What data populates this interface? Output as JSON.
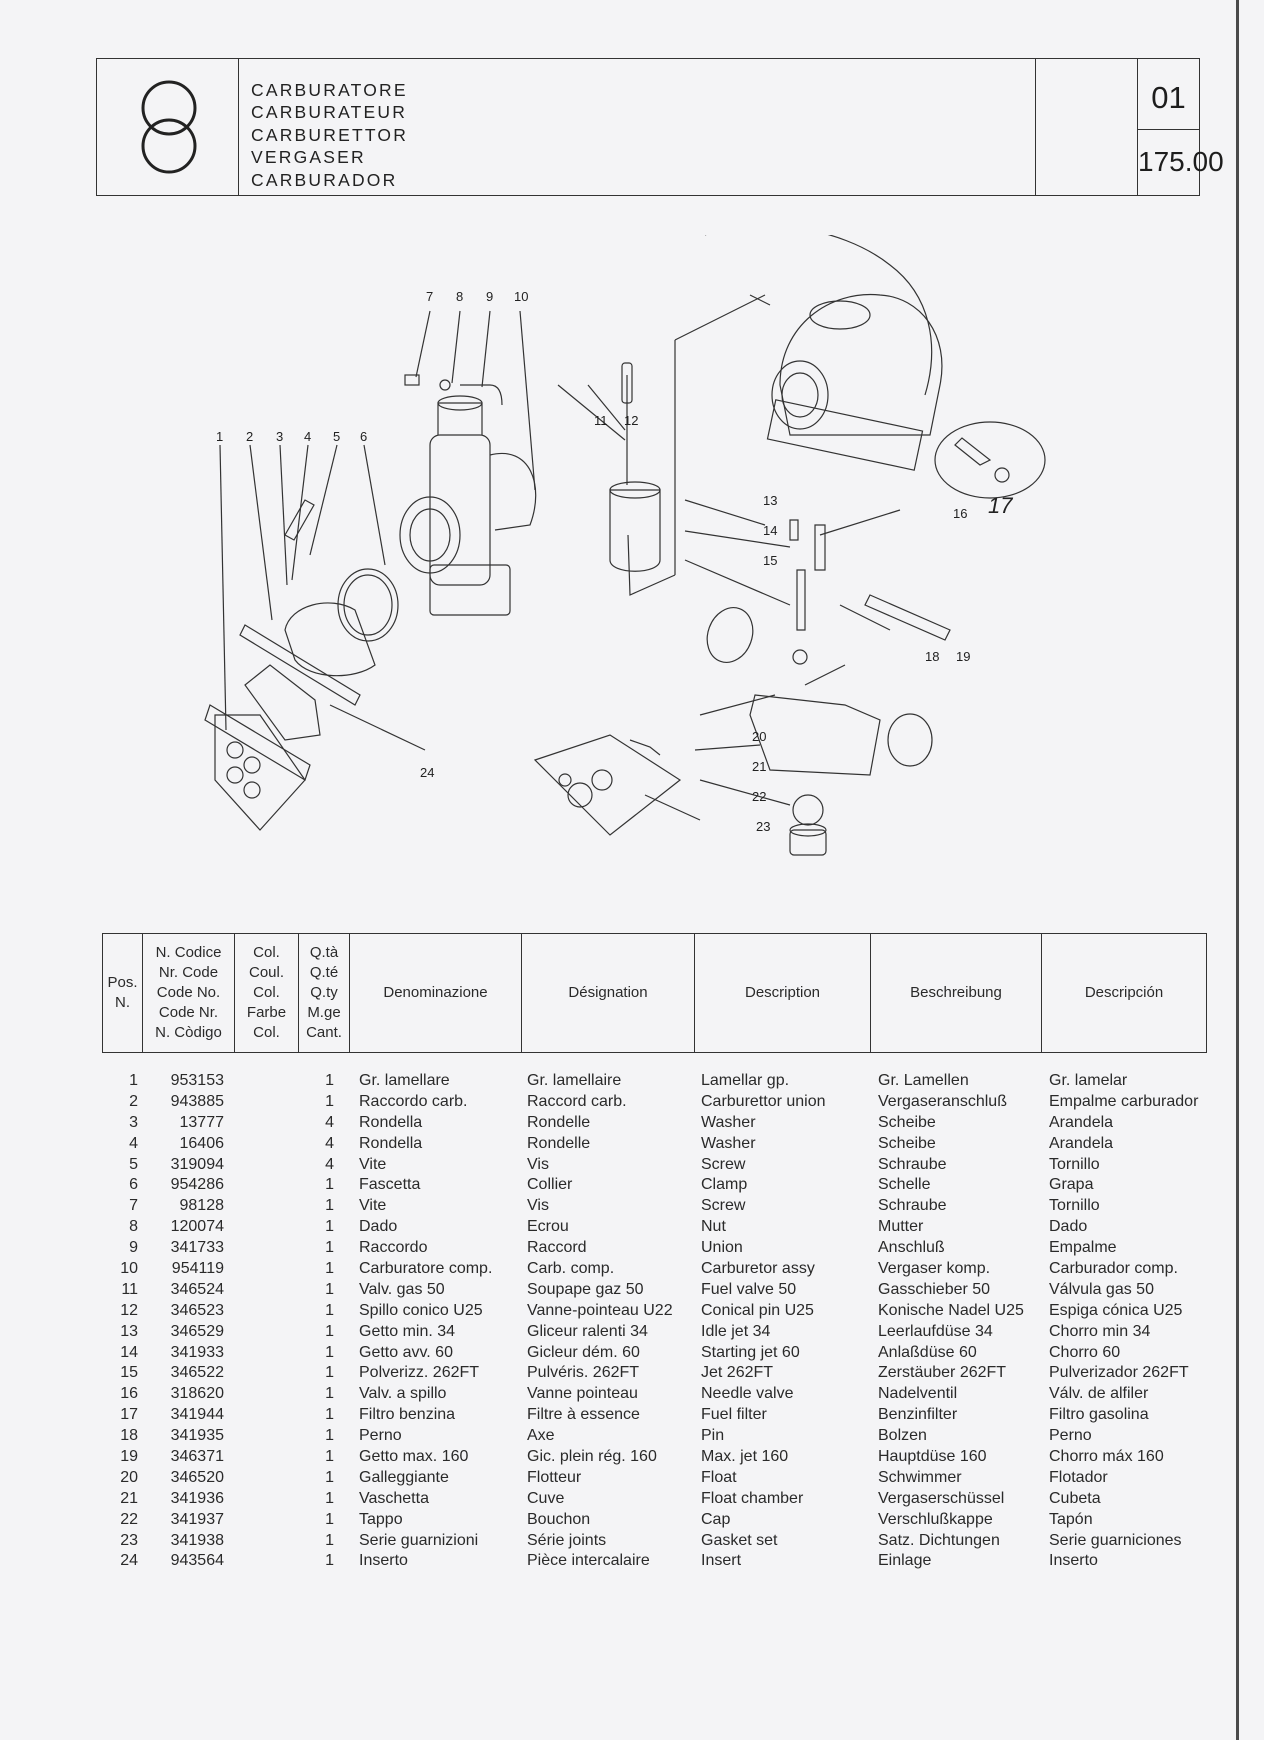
{
  "header": {
    "titles": [
      "CARBURATORE",
      "CARBURATEUR",
      "CARBURETTOR",
      "VERGASER",
      "CARBURADOR"
    ],
    "group_number": "01",
    "group_code": "175.00"
  },
  "diagram": {
    "callouts": [
      "1",
      "2",
      "3",
      "4",
      "5",
      "6",
      "7",
      "8",
      "9",
      "10",
      "11",
      "12",
      "13",
      "14",
      "15",
      "16",
      "17",
      "18",
      "19",
      "20",
      "21",
      "22",
      "23",
      "24"
    ],
    "handwritten_note": "17"
  },
  "table": {
    "headers": {
      "pos": [
        "Pos.",
        "N."
      ],
      "code": [
        "N. Codice",
        "Nr. Code",
        "Code No.",
        "Code Nr.",
        "N. Còdigo"
      ],
      "col": [
        "Col.",
        "Coul.",
        "Col.",
        "Farbe",
        "Col."
      ],
      "qty": [
        "Q.tà",
        "Q.té",
        "Q.ty",
        "M.ge",
        "Cant."
      ],
      "it": "Denominazione",
      "fr": "Désignation",
      "en": "Description",
      "de": "Beschreibung",
      "es": "Descripción"
    },
    "rows": [
      {
        "pos": "1",
        "code": "953153",
        "qty": "1",
        "it": "Gr. lamellare",
        "fr": "Gr. lamellaire",
        "en": "Lamellar gp.",
        "de": "Gr. Lamellen",
        "es": "Gr. lamelar"
      },
      {
        "pos": "2",
        "code": "943885",
        "qty": "1",
        "it": "Raccordo carb.",
        "fr": "Raccord carb.",
        "en": "Carburettor union",
        "de": "Vergaseranschluß",
        "es": "Empalme carburador"
      },
      {
        "pos": "3",
        "code": "13777",
        "qty": "4",
        "it": "Rondella",
        "fr": "Rondelle",
        "en": "Washer",
        "de": "Scheibe",
        "es": "Arandela"
      },
      {
        "pos": "4",
        "code": "16406",
        "qty": "4",
        "it": "Rondella",
        "fr": "Rondelle",
        "en": "Washer",
        "de": "Scheibe",
        "es": "Arandela"
      },
      {
        "pos": "5",
        "code": "319094",
        "qty": "4",
        "it": "Vite",
        "fr": "Vis",
        "en": "Screw",
        "de": "Schraube",
        "es": "Tornillo"
      },
      {
        "pos": "6",
        "code": "954286",
        "qty": "1",
        "it": "Fascetta",
        "fr": "Collier",
        "en": "Clamp",
        "de": "Schelle",
        "es": "Grapa"
      },
      {
        "pos": "7",
        "code": "98128",
        "qty": "1",
        "it": "Vite",
        "fr": "Vis",
        "en": "Screw",
        "de": "Schraube",
        "es": "Tornillo"
      },
      {
        "pos": "8",
        "code": "120074",
        "qty": "1",
        "it": "Dado",
        "fr": "Ecrou",
        "en": "Nut",
        "de": "Mutter",
        "es": "Dado"
      },
      {
        "pos": "9",
        "code": "341733",
        "qty": "1",
        "it": "Raccordo",
        "fr": "Raccord",
        "en": "Union",
        "de": "Anschluß",
        "es": "Empalme"
      },
      {
        "pos": "10",
        "code": "954119",
        "qty": "1",
        "it": "Carburatore comp.",
        "fr": "Carb. comp.",
        "en": "Carburetor assy",
        "de": "Vergaser komp.",
        "es": "Carburador comp."
      },
      {
        "pos": "11",
        "code": "346524",
        "qty": "1",
        "it": "Valv. gas 50",
        "fr": "Soupape gaz 50",
        "en": "Fuel valve 50",
        "de": "Gasschieber 50",
        "es": "Válvula gas 50"
      },
      {
        "pos": "12",
        "code": "346523",
        "qty": "1",
        "it": "Spillo conico U25",
        "fr": "Vanne-pointeau U22",
        "en": "Conical pin U25",
        "de": "Konische Nadel U25",
        "es": "Espiga cónica U25"
      },
      {
        "pos": "13",
        "code": "346529",
        "qty": "1",
        "it": "Getto min. 34",
        "fr": "Gliceur ralenti 34",
        "en": "Idle jet 34",
        "de": "Leerlaufdüse 34",
        "es": "Chorro min 34"
      },
      {
        "pos": "14",
        "code": "341933",
        "qty": "1",
        "it": "Getto avv. 60",
        "fr": "Gicleur dém. 60",
        "en": "Starting jet 60",
        "de": "Anlaßdüse 60",
        "es": "Chorro 60"
      },
      {
        "pos": "15",
        "code": "346522",
        "qty": "1",
        "it": "Polverizz. 262FT",
        "fr": "Pulvéris. 262FT",
        "en": "Jet 262FT",
        "de": "Zerstäuber 262FT",
        "es": "Pulverizador 262FT"
      },
      {
        "pos": "16",
        "code": "318620",
        "qty": "1",
        "it": "Valv. a spillo",
        "fr": "Vanne pointeau",
        "en": "Needle valve",
        "de": "Nadelventil",
        "es": "Válv. de alfiler"
      },
      {
        "pos": "17",
        "code": "341944",
        "qty": "1",
        "it": "Filtro benzina",
        "fr": "Filtre à essence",
        "en": "Fuel filter",
        "de": "Benzinfilter",
        "es": "Filtro gasolina"
      },
      {
        "pos": "18",
        "code": "341935",
        "qty": "1",
        "it": "Perno",
        "fr": "Axe",
        "en": "Pin",
        "de": "Bolzen",
        "es": "Perno"
      },
      {
        "pos": "19",
        "code": "346371",
        "qty": "1",
        "it": "Getto max. 160",
        "fr": "Gic. plein rég. 160",
        "en": "Max. jet 160",
        "de": "Hauptdüse 160",
        "es": "Chorro máx 160"
      },
      {
        "pos": "20",
        "code": "346520",
        "qty": "1",
        "it": "Galleggiante",
        "fr": "Flotteur",
        "en": "Float",
        "de": "Schwimmer",
        "es": "Flotador"
      },
      {
        "pos": "21",
        "code": "341936",
        "qty": "1",
        "it": "Vaschetta",
        "fr": "Cuve",
        "en": "Float chamber",
        "de": "Vergaserschüssel",
        "es": "Cubeta"
      },
      {
        "pos": "22",
        "code": "341937",
        "qty": "1",
        "it": "Tappo",
        "fr": "Bouchon",
        "en": "Cap",
        "de": "Verschlußkappe",
        "es": "Tapón"
      },
      {
        "pos": "23",
        "code": "341938",
        "qty": "1",
        "it": "Serie guarnizioni",
        "fr": "Série joints",
        "en": "Gasket set",
        "de": "Satz. Dichtungen",
        "es": "Serie guarniciones"
      },
      {
        "pos": "24",
        "code": "943564",
        "qty": "1",
        "it": "Inserto",
        "fr": "Pièce intercalaire",
        "en": "Insert",
        "de": "Einlage",
        "es": "Inserto"
      }
    ]
  },
  "colors": {
    "ink": "#222222",
    "paper": "#f4f4f6",
    "rule": "#333333"
  }
}
